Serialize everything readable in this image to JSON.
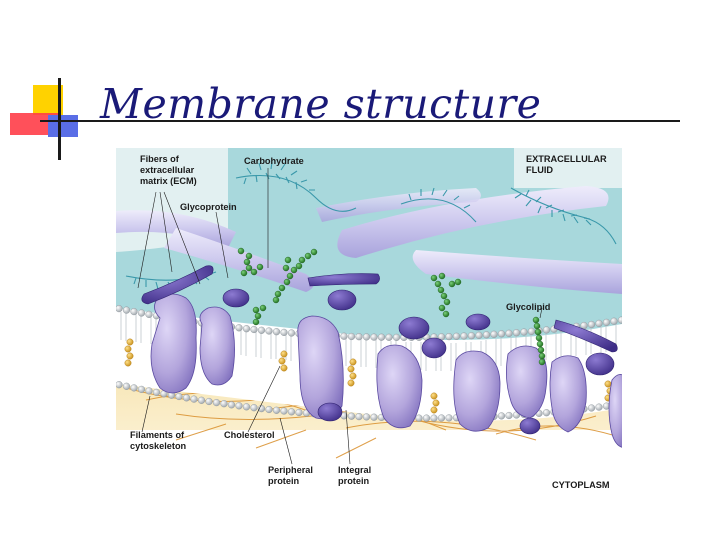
{
  "slide": {
    "title": "Membrane structure"
  },
  "diagram": {
    "labels": {
      "ecm": [
        "Fibers of",
        "extracellular",
        "matrix (ECM)"
      ],
      "carbohydrate": "Carbohydrate",
      "glycoprotein": "Glycoprotein",
      "extracellular": [
        "EXTRACELLULAR",
        "FLUID"
      ],
      "glycolipid": "Glycolipid",
      "filaments": [
        "Filaments of",
        "cytoskeleton"
      ],
      "cholesterol": "Cholesterol",
      "peripheral": [
        "Peripheral",
        "protein"
      ],
      "integral": [
        "Integral",
        "protein"
      ],
      "cytoplasm": "CYTOPLASM"
    },
    "colors": {
      "extracellular_fluid": "#a9d9dc",
      "cytoplasm": "#f6dfa6",
      "protein": "#b4a6dc",
      "protein_dark": "#4b3a96",
      "phospholipid_head": "#d4d8dc",
      "glycan_chain": "#2e8b2e",
      "ecm_fiber": "#c9c6ea",
      "cholesterol": "#e8b030",
      "branches": "#3f9fb0"
    }
  }
}
